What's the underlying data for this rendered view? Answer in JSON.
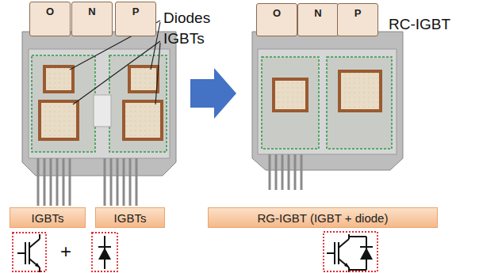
{
  "diagram": {
    "nodes": [
      {
        "text": [
          "O"
        ]
      },
      {
        "text": [
          "N"
        ]
      },
      {
        "text": [
          "P"
        ]
      },
      {
        "text": [
          "O"
        ]
      },
      {
        "text": [
          "N"
        ]
      },
      {
        "text": [
          "P"
        ]
      },
      {
        "text": [
          "IGBTs"
        ]
      },
      {
        "text": [
          "IGBTs"
        ]
      },
      {
        "text": [
          "RG-IGBT (IGBT + diode)"
        ]
      }
    ],
    "labels": [
      "Diodes",
      "IGBTs",
      "RC-IGBT",
      "+"
    ]
  }
}
